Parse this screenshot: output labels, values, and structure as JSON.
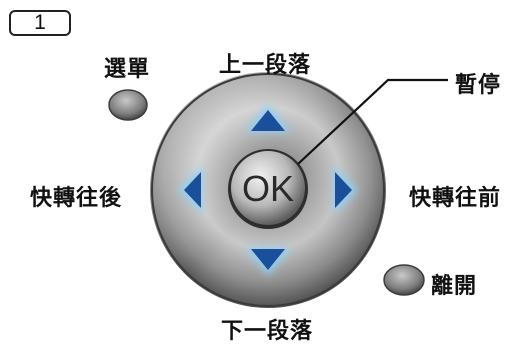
{
  "step_number": "1",
  "labels": {
    "menu": "選單",
    "prev_paragraph": "上一段落",
    "pause": "暫停",
    "rewind": "快轉往後",
    "fast_forward": "快轉往前",
    "next_paragraph": "下一段落",
    "exit": "離開"
  },
  "center_button": "OK",
  "colors": {
    "arrow": "#1a4f9c",
    "glow": "#8fd0f5",
    "ring": "#9a9a9a"
  }
}
